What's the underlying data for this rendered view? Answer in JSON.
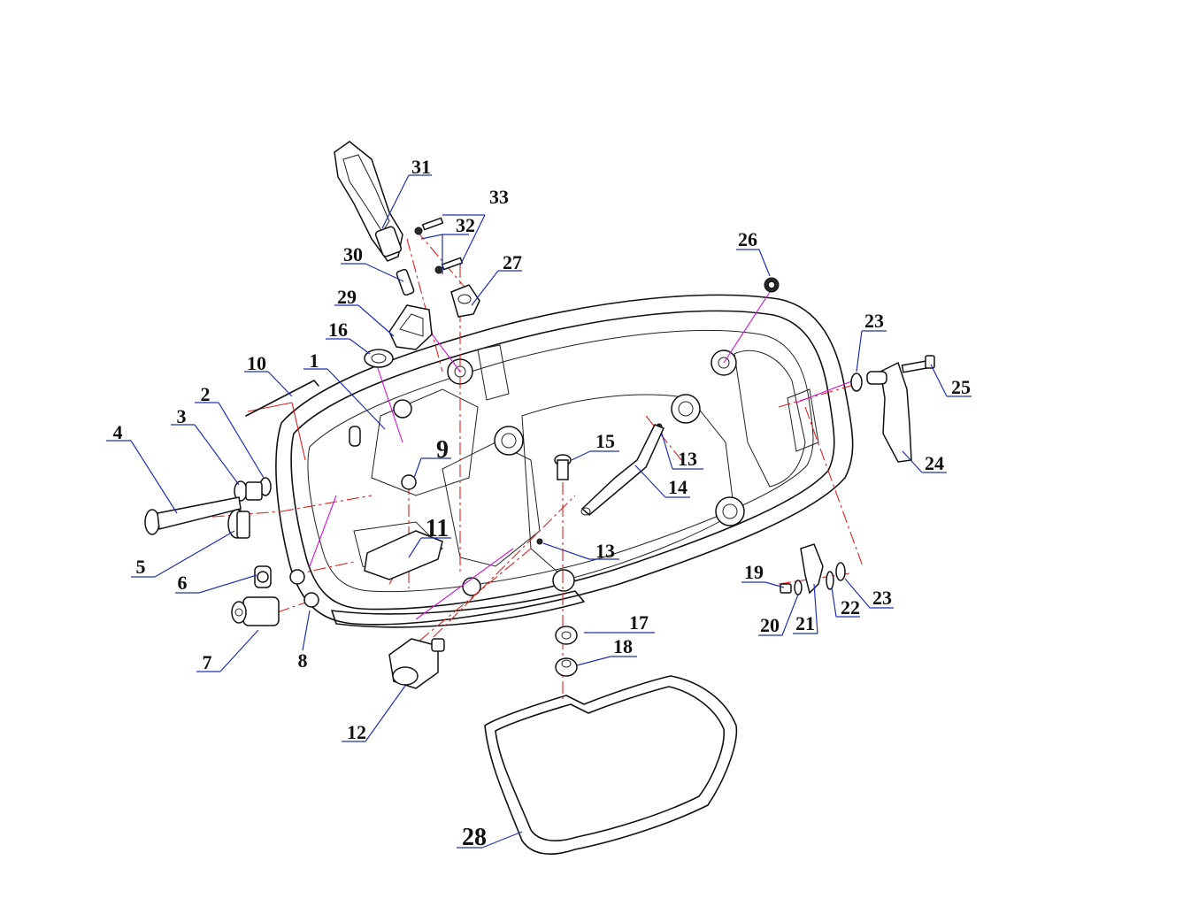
{
  "colors": {
    "outline": "#111111",
    "centerline": "#e02020",
    "leader": "#2030b0",
    "magenta": "#d010d0"
  },
  "callouts": [
    {
      "id": "c1",
      "label": "1"
    },
    {
      "id": "c2",
      "label": "2"
    },
    {
      "id": "c3",
      "label": "3"
    },
    {
      "id": "c4",
      "label": "4"
    },
    {
      "id": "c5",
      "label": "5"
    },
    {
      "id": "c6",
      "label": "6"
    },
    {
      "id": "c7",
      "label": "7"
    },
    {
      "id": "c8",
      "label": "8"
    },
    {
      "id": "c9",
      "label": "9"
    },
    {
      "id": "c10",
      "label": "10"
    },
    {
      "id": "c11",
      "label": "11"
    },
    {
      "id": "c12",
      "label": "12"
    },
    {
      "id": "c13a",
      "label": "13"
    },
    {
      "id": "c13b",
      "label": "13"
    },
    {
      "id": "c14",
      "label": "14"
    },
    {
      "id": "c15",
      "label": "15"
    },
    {
      "id": "c16",
      "label": "16"
    },
    {
      "id": "c17",
      "label": "17"
    },
    {
      "id": "c18",
      "label": "18"
    },
    {
      "id": "c19",
      "label": "19"
    },
    {
      "id": "c20",
      "label": "20"
    },
    {
      "id": "c21",
      "label": "21"
    },
    {
      "id": "c22",
      "label": "22"
    },
    {
      "id": "c23a",
      "label": "23"
    },
    {
      "id": "c23b",
      "label": "23"
    },
    {
      "id": "c24",
      "label": "24"
    },
    {
      "id": "c25",
      "label": "25"
    },
    {
      "id": "c26",
      "label": "26"
    },
    {
      "id": "c27",
      "label": "27"
    },
    {
      "id": "c28",
      "label": "28"
    },
    {
      "id": "c29",
      "label": "29"
    },
    {
      "id": "c30",
      "label": "30"
    },
    {
      "id": "c31",
      "label": "31"
    },
    {
      "id": "c32",
      "label": "32"
    },
    {
      "id": "c33",
      "label": "33"
    }
  ]
}
